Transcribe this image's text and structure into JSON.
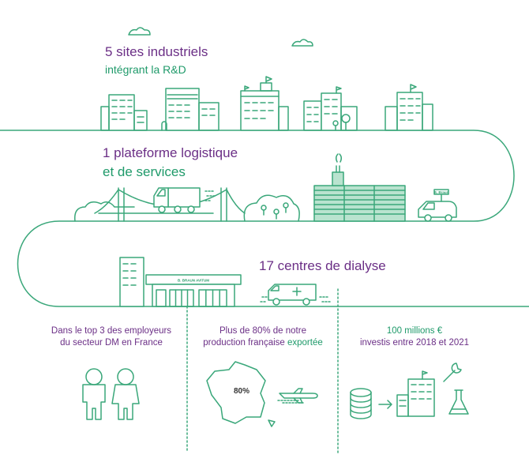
{
  "sections": {
    "sites": {
      "count_title": "5 sites industriels",
      "subtitle": "intégrant la R&D"
    },
    "logistics": {
      "line1": "1 plateforme logistique",
      "line2": "et de services"
    },
    "dialysis": {
      "title": "17 centres de dialyse",
      "sign": "B. BRAUN AVITUM"
    },
    "van_sign": "B. Braun"
  },
  "stats": [
    {
      "line1": "Dans le top 3 des employeurs",
      "line2": "du secteur DM en France"
    },
    {
      "line1": "Plus de 80% de notre",
      "line2_a": "production française",
      "line2_b": " exportée",
      "badge": "80%"
    },
    {
      "line1": "100 millions €",
      "line2": "investis entre 2018 et 2021"
    }
  ],
  "colors": {
    "green": "#2d9e6d",
    "purple": "#6b2f86",
    "line": "#3aa77a",
    "fill": "#b9e3cf"
  },
  "icons": [
    "cloud-icon",
    "factory-icon",
    "truck-icon",
    "bridge-icon",
    "tree-icon",
    "warehouse-icon",
    "van-icon",
    "dialysis-center-icon",
    "ambulance-icon",
    "people-icon",
    "france-map-icon",
    "airplane-icon",
    "coins-icon",
    "arrow-icon",
    "wrench-icon",
    "flask-icon"
  ]
}
